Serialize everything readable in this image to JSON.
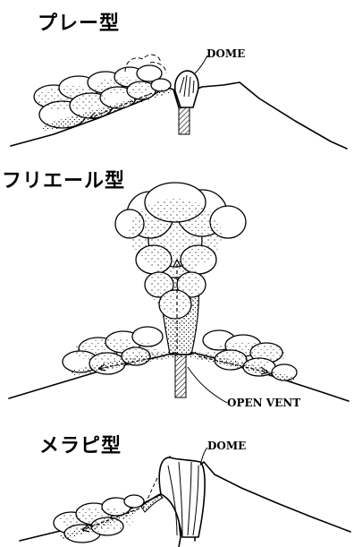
{
  "panels": [
    {
      "title": "プレー型",
      "label": "DOME"
    },
    {
      "title": "フリエール型",
      "label": "OPEN VENT"
    },
    {
      "title": "メラピ型",
      "label": "DOME"
    }
  ]
}
